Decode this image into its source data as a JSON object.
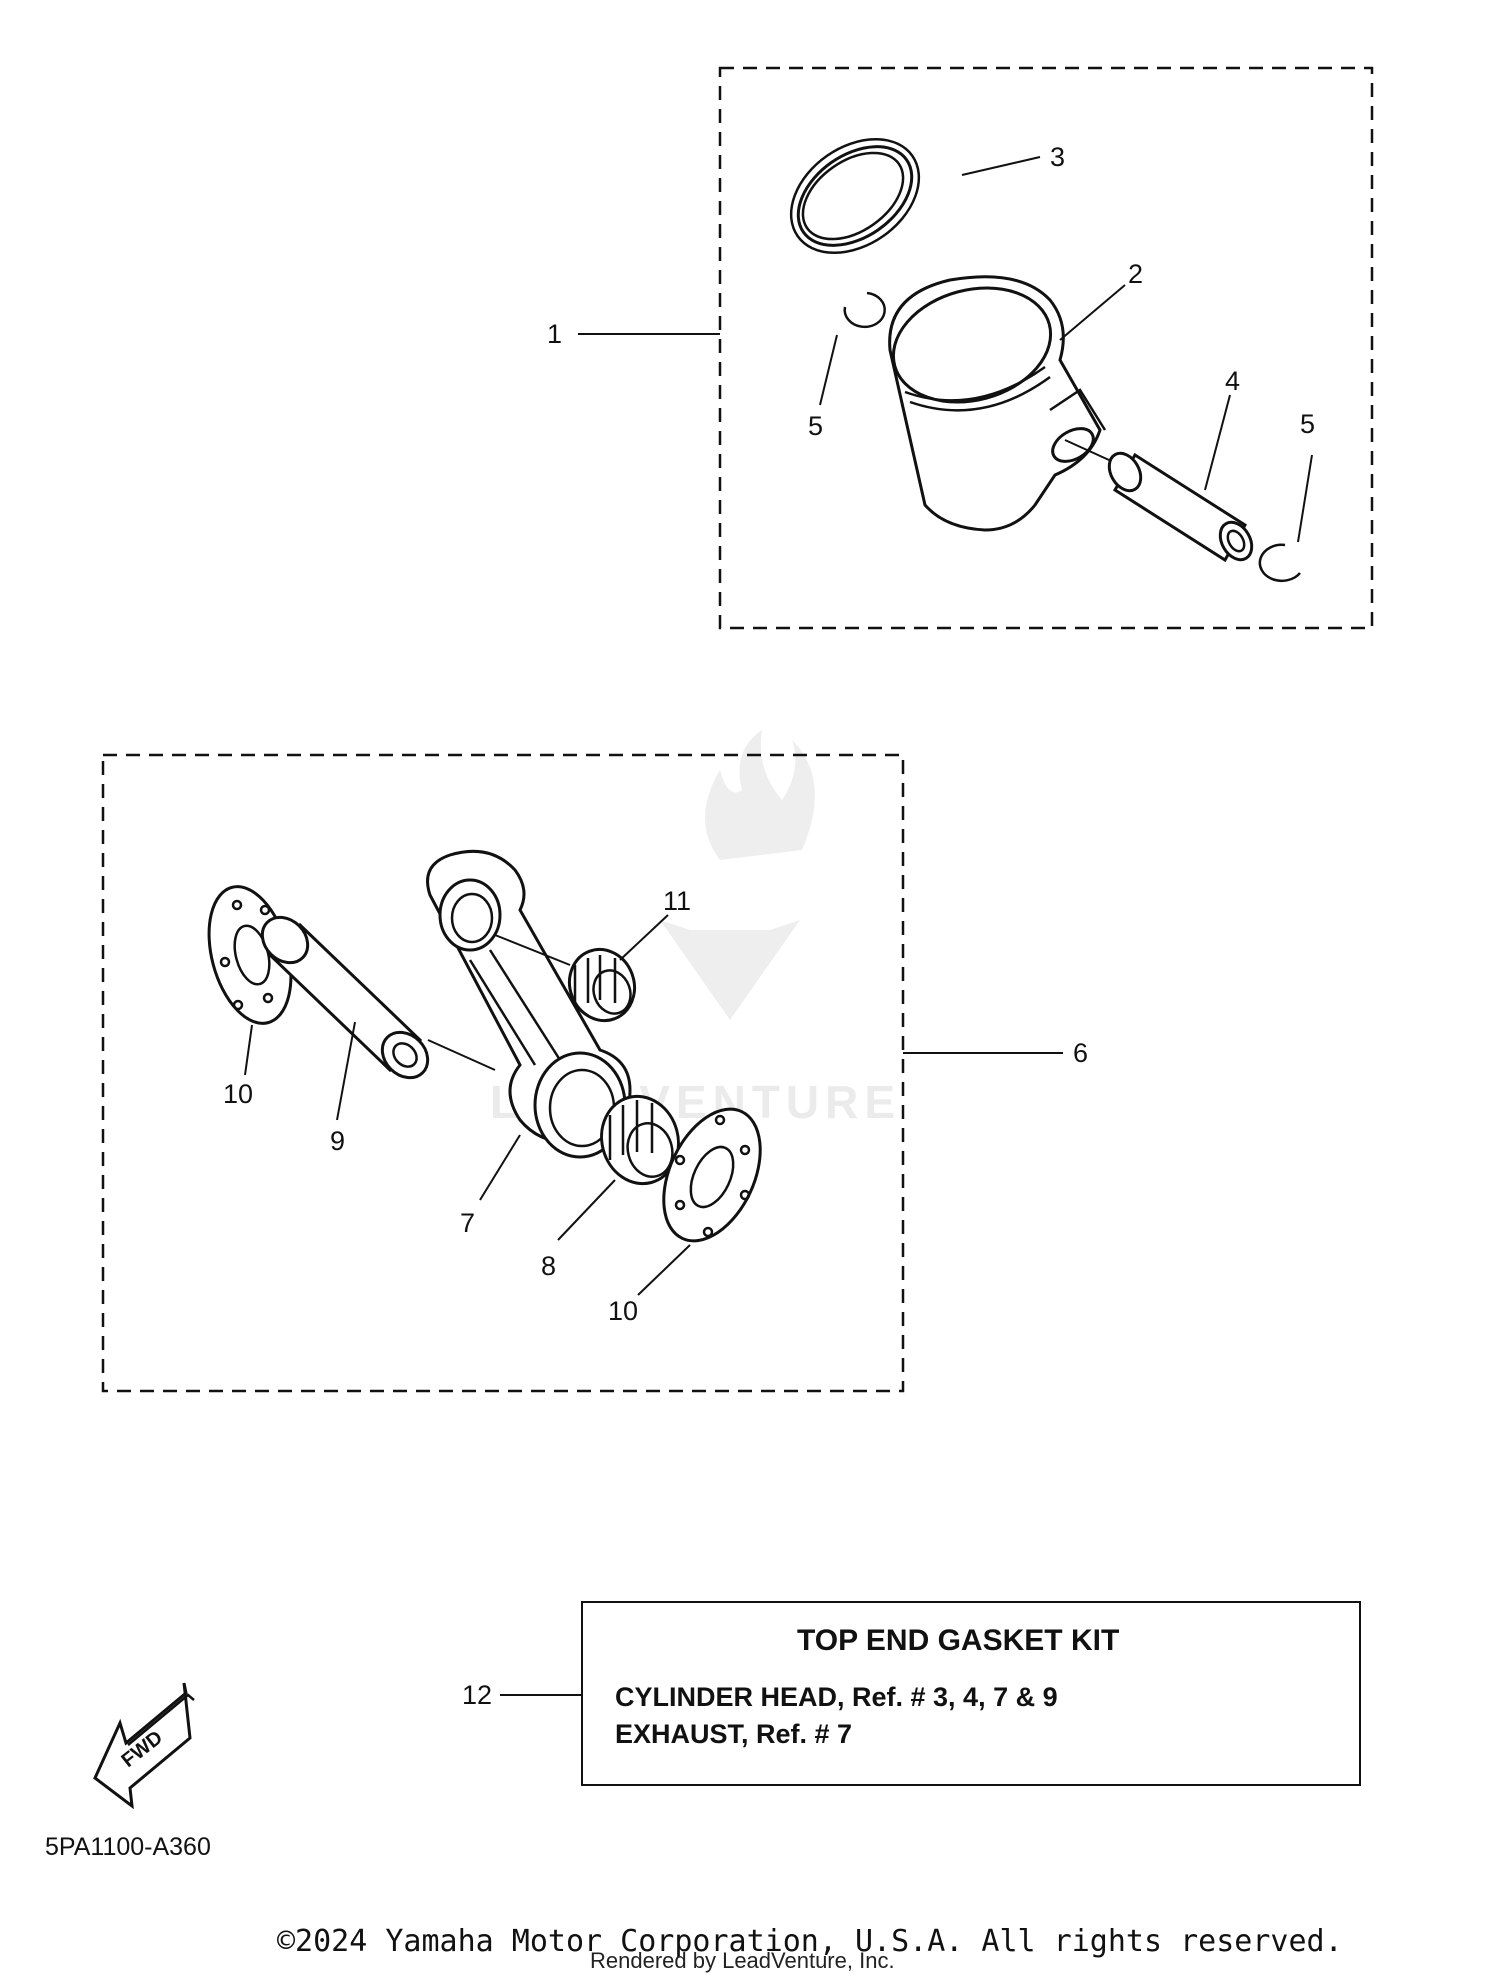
{
  "diagram": {
    "callouts": {
      "c1": "1",
      "c2": "2",
      "c3": "3",
      "c4": "4",
      "c5a": "5",
      "c5b": "5",
      "c6": "6",
      "c7": "7",
      "c8": "8",
      "c9": "9",
      "c10a": "10",
      "c10b": "10",
      "c11": "11",
      "c12": "12"
    },
    "gasket_kit": {
      "title": "TOP END GASKET KIT",
      "line1": "CYLINDER HEAD, Ref. # 3, 4, 7 & 9",
      "line2": "EXHAUST, Ref. # 7"
    },
    "fwd_label": "FWD",
    "diagram_code": "5PA1100-A360",
    "watermark": "LEADVENTURE",
    "copyright": "©2024 Yamaha Motor Corporation, U.S.A. All rights reserved.",
    "rendered_by": "Rendered by LeadVenture, Inc."
  }
}
